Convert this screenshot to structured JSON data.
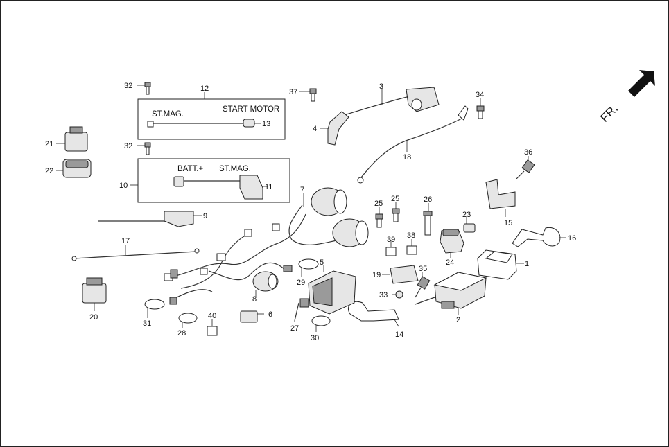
{
  "diagram": {
    "direction_label": "FR.",
    "group_labels": {
      "st_mag_top": "ST.MAG.",
      "start_motor": "START MOTOR",
      "batt_plus": "BATT.+",
      "st_mag_bottom": "ST.MAG."
    },
    "callouts": {
      "c1": "1",
      "c2": "2",
      "c3": "3",
      "c4": "4",
      "c5": "5",
      "c6": "6",
      "c7": "7",
      "c8": "8",
      "c9": "9",
      "c10": "10",
      "c11": "11",
      "c12": "12",
      "c13": "13",
      "c14": "14",
      "c15": "15",
      "c16": "16",
      "c17": "17",
      "c18": "18",
      "c19": "19",
      "c20": "20",
      "c21": "21",
      "c22": "22",
      "c23": "23",
      "c24": "24",
      "c25a": "25",
      "c25b": "25",
      "c26": "26",
      "c27": "27",
      "c28": "28",
      "c29": "29",
      "c30": "30",
      "c31": "31",
      "c32a": "32",
      "c32b": "32",
      "c33": "33",
      "c34": "34",
      "c35": "35",
      "c36": "36",
      "c37": "37",
      "c38": "38",
      "c39": "39",
      "c40": "40"
    }
  }
}
